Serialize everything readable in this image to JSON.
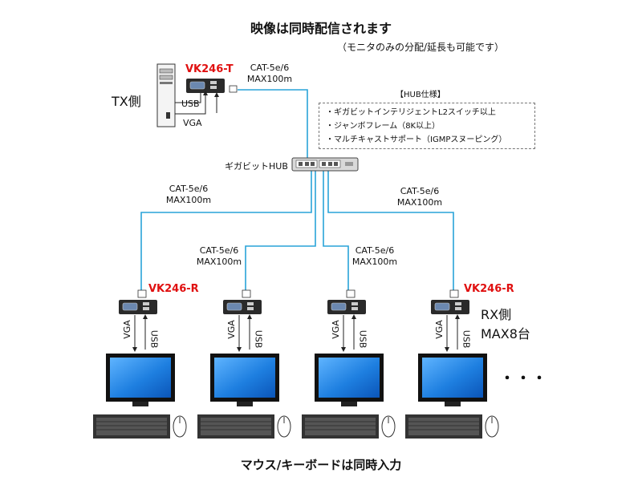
{
  "title": "映像は同時配信されます",
  "subtitle": "（モニタのみの分配/延長も可能です）",
  "tx": {
    "model": "VK246-T",
    "side_label": "TX側",
    "usb_label": "USB",
    "vga_label": "VGA"
  },
  "tx_cable": {
    "line1": "CAT-5e/6",
    "line2": "MAX100m"
  },
  "hub": {
    "label": "ギガビットHUB",
    "spec_title": "【HUB仕様】",
    "specs": [
      "・ギガビットインテリジェントL2スイッチ以上",
      "・ジャンボフレーム（8K以上）",
      "・マルチキャストサポート（IGMPスヌーピング）"
    ]
  },
  "cables": [
    {
      "line1": "CAT-5e/6",
      "line2": "MAX100m"
    },
    {
      "line1": "CAT-5e/6",
      "line2": "MAX100m"
    },
    {
      "line1": "CAT-5e/6",
      "line2": "MAX100m"
    },
    {
      "line1": "CAT-5e/6",
      "line2": "MAX100m"
    }
  ],
  "rx": {
    "model": "VK246-R",
    "side_label": "RX側",
    "max_label": "MAX8台",
    "vga_label": "VGA",
    "usb_label": "USB"
  },
  "ellipsis": "・・・",
  "footer": "マウス/キーボードは同時入力",
  "colors": {
    "cable": "#29a3d8",
    "model": "#e01010",
    "screen": "#1e7fe0"
  }
}
